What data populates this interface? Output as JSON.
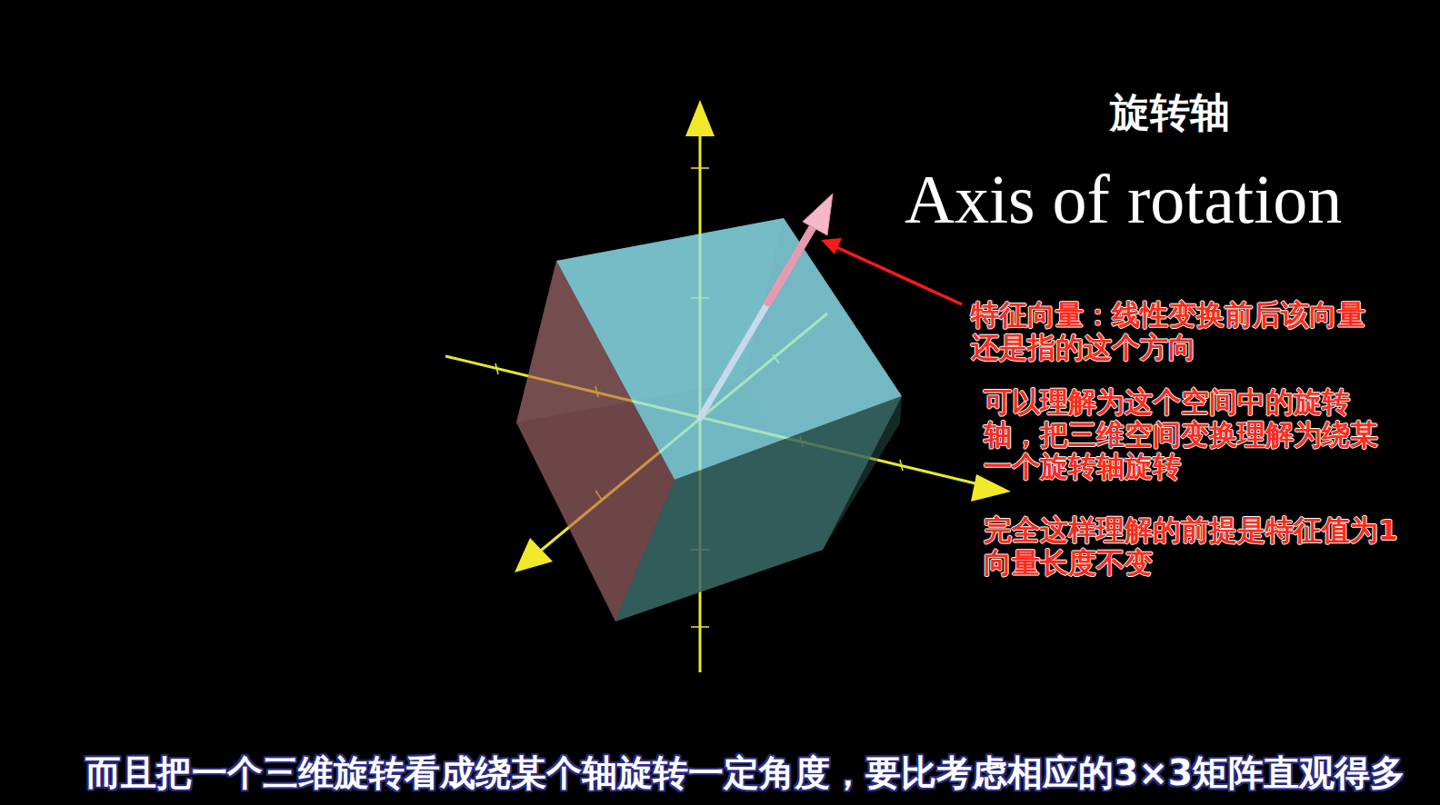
{
  "diagram": {
    "title": "旋转轴",
    "caption": "而且把一个三维旋转看成绕某个轴旋转一定角度，要比考虑相应的3×3矩阵直观得多",
    "labels": [
      "Axis of rotation",
      "特征向量：线性变换前后该向量 还是指的这个方向",
      "可以理解为这个空间中的旋转 轴，把三维空间变换理解为绕某 一个旋转轴旋转",
      "完全这样理解的前提是特征值为1 向量长度不变"
    ]
  }
}
